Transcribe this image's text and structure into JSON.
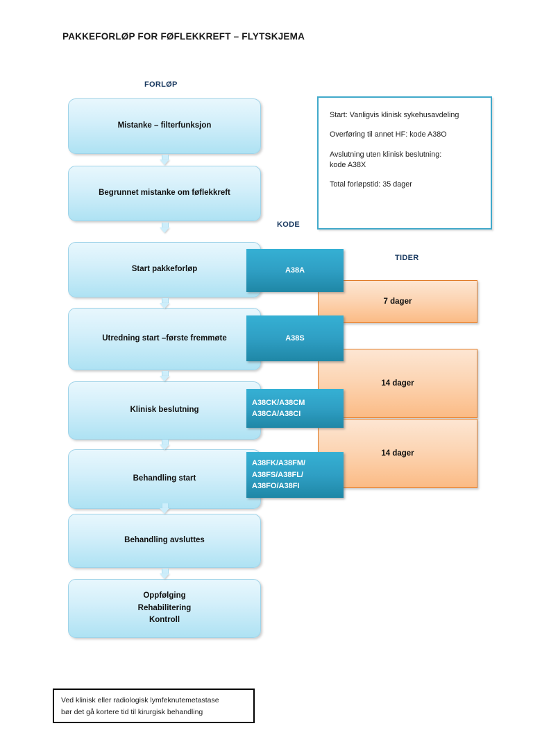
{
  "title": "PAKKEFORLØP FOR FØFLEKKREFT – FLYTSKJEMA",
  "headers": {
    "forlop": "FORLØP",
    "kode": "KODE",
    "tider": "TIDER"
  },
  "process_steps": [
    {
      "label": "Mistanke – filterfunksjon"
    },
    {
      "label": "Begrunnet mistanke om føflekkreft"
    },
    {
      "label": "Start pakkeforløp"
    },
    {
      "label": "Utredning start –første fremmøte"
    },
    {
      "label": "Klinisk beslutning"
    },
    {
      "label": "Behandling start"
    },
    {
      "label": "Behandling avsluttes"
    },
    {
      "label": "Oppfølging\nRehabilitering\nKontroll"
    }
  ],
  "codes": [
    {
      "label": "A38A"
    },
    {
      "label": "A38S"
    },
    {
      "label": "A38CK/A38CM\nA38CA/A38CI"
    },
    {
      "label": "A38FK/A38FM/\nA38FS/A38FL/\nA38FO/A38FI"
    }
  ],
  "times": [
    {
      "label": "7 dager"
    },
    {
      "label": "14 dager"
    },
    {
      "label": "14 dager"
    }
  ],
  "info_box": {
    "lines": [
      "Start: Vanligvis klinisk sykehusavdeling",
      "Overføring til annet HF: kode A38O",
      "Avslutning uten klinisk beslutning:\nkode A38X",
      "Total forløpstid: 35 dager"
    ]
  },
  "footnote": {
    "text": "Ved klinisk eller radiologisk lymfeknutemetastase\nbør det gå kortere tid til kirurgisk behandling"
  },
  "colors": {
    "process_fill_top": "#e8f7fd",
    "process_fill_bottom": "#aee2f3",
    "process_border": "#9fd3e8",
    "code_fill_top": "#35b0d4",
    "code_fill_bottom": "#1f87a6",
    "time_fill_top": "#fde6d3",
    "time_fill_bottom": "#fbbb85",
    "time_border": "#e07b28",
    "info_border": "#41a9ca",
    "title_text": "#1a1a1a",
    "header_text": "#17375e"
  }
}
